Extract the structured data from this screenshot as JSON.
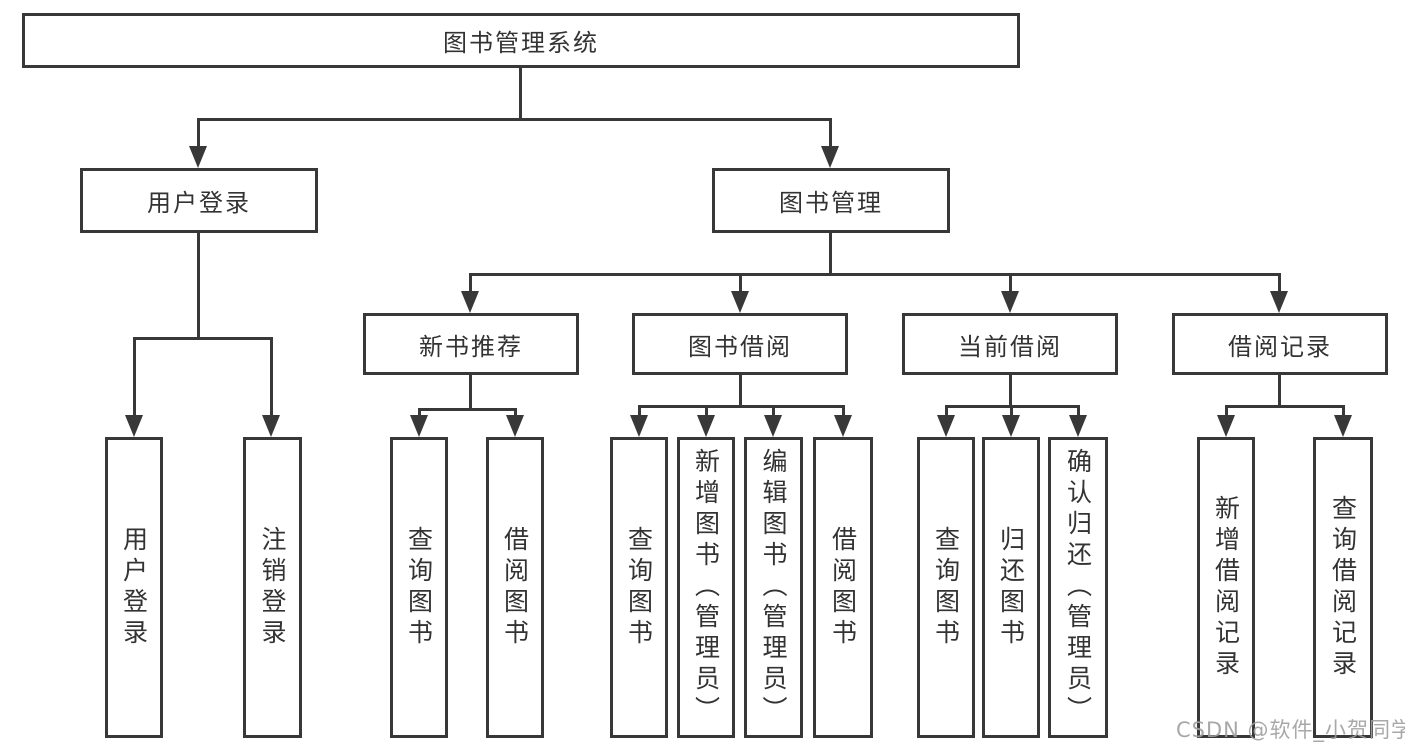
{
  "diagram": {
    "root": {
      "label": "图书管理系统"
    },
    "branches": [
      {
        "label": "用户登录",
        "children": [
          {
            "label": "用户登录"
          },
          {
            "label": "注销登录"
          }
        ]
      },
      {
        "label": "图书管理",
        "children": [
          {
            "label": "新书推荐",
            "children": [
              {
                "label": "查询图书"
              },
              {
                "label": "借阅图书"
              }
            ]
          },
          {
            "label": "图书借阅",
            "children": [
              {
                "label": "查询图书"
              },
              {
                "label": "新增图书（管理员）"
              },
              {
                "label": "编辑图书（管理员）"
              },
              {
                "label": "借阅图书"
              }
            ]
          },
          {
            "label": "当前借阅",
            "children": [
              {
                "label": "查询图书"
              },
              {
                "label": "归还图书"
              },
              {
                "label": "确认归还（管理员）"
              }
            ]
          },
          {
            "label": "借阅记录",
            "children": [
              {
                "label": "新增借阅记录"
              },
              {
                "label": "查询借阅记录"
              }
            ]
          }
        ]
      }
    ]
  },
  "watermark": {
    "text": "CSDN @软件_小贺同学"
  },
  "colors": {
    "line": "#383838",
    "text": "#333333",
    "background": "#ffffff",
    "watermark": "#9e9e9e"
  }
}
